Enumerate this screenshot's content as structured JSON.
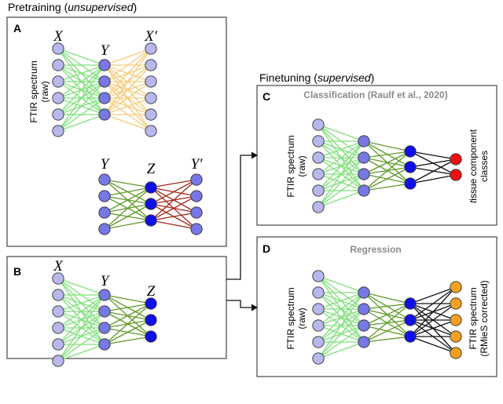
{
  "headings": {
    "pretraining": {
      "text": "Pretraining (",
      "emph": "unsupervised",
      "close": ")"
    },
    "finetuning": {
      "text": "Finetuning (",
      "emph": "supervised",
      "close": ")"
    }
  },
  "panels": {
    "A": {
      "letter": "A"
    },
    "B": {
      "letter": "B"
    },
    "C": {
      "letter": "C",
      "title": "Classification (Raulf et al., 2020)"
    },
    "D": {
      "letter": "D",
      "title": "Regression"
    }
  },
  "variables": {
    "X": "X",
    "Y": "Y",
    "Z": "Z",
    "Xprime": "X′",
    "Yprime": "Y′"
  },
  "vertical_labels": {
    "ftir_raw_line1": "FTIR spectrum",
    "ftir_raw_line2": "(raw)",
    "tissue_line1_prefix": "t",
    "tissue_line1_rest": "issue component",
    "tissue_line2": "classes",
    "ftir_corr_line1": "FTIR spectrum",
    "ftir_corr_line2": "(RMieS corrected)"
  },
  "colors": {
    "light_green": "#7fe07a",
    "dark_green": "#5e9a26",
    "orange_edge": "#f6cc7a",
    "dark_red": "#a0281b",
    "black_edge": "#111111",
    "lavender": "#b8b8ee",
    "medium_blue": "#7777e6",
    "blue": "#1010e8",
    "red": "#ee1010",
    "orange": "#f5a021"
  },
  "icons": [
    "arrow-icon"
  ]
}
